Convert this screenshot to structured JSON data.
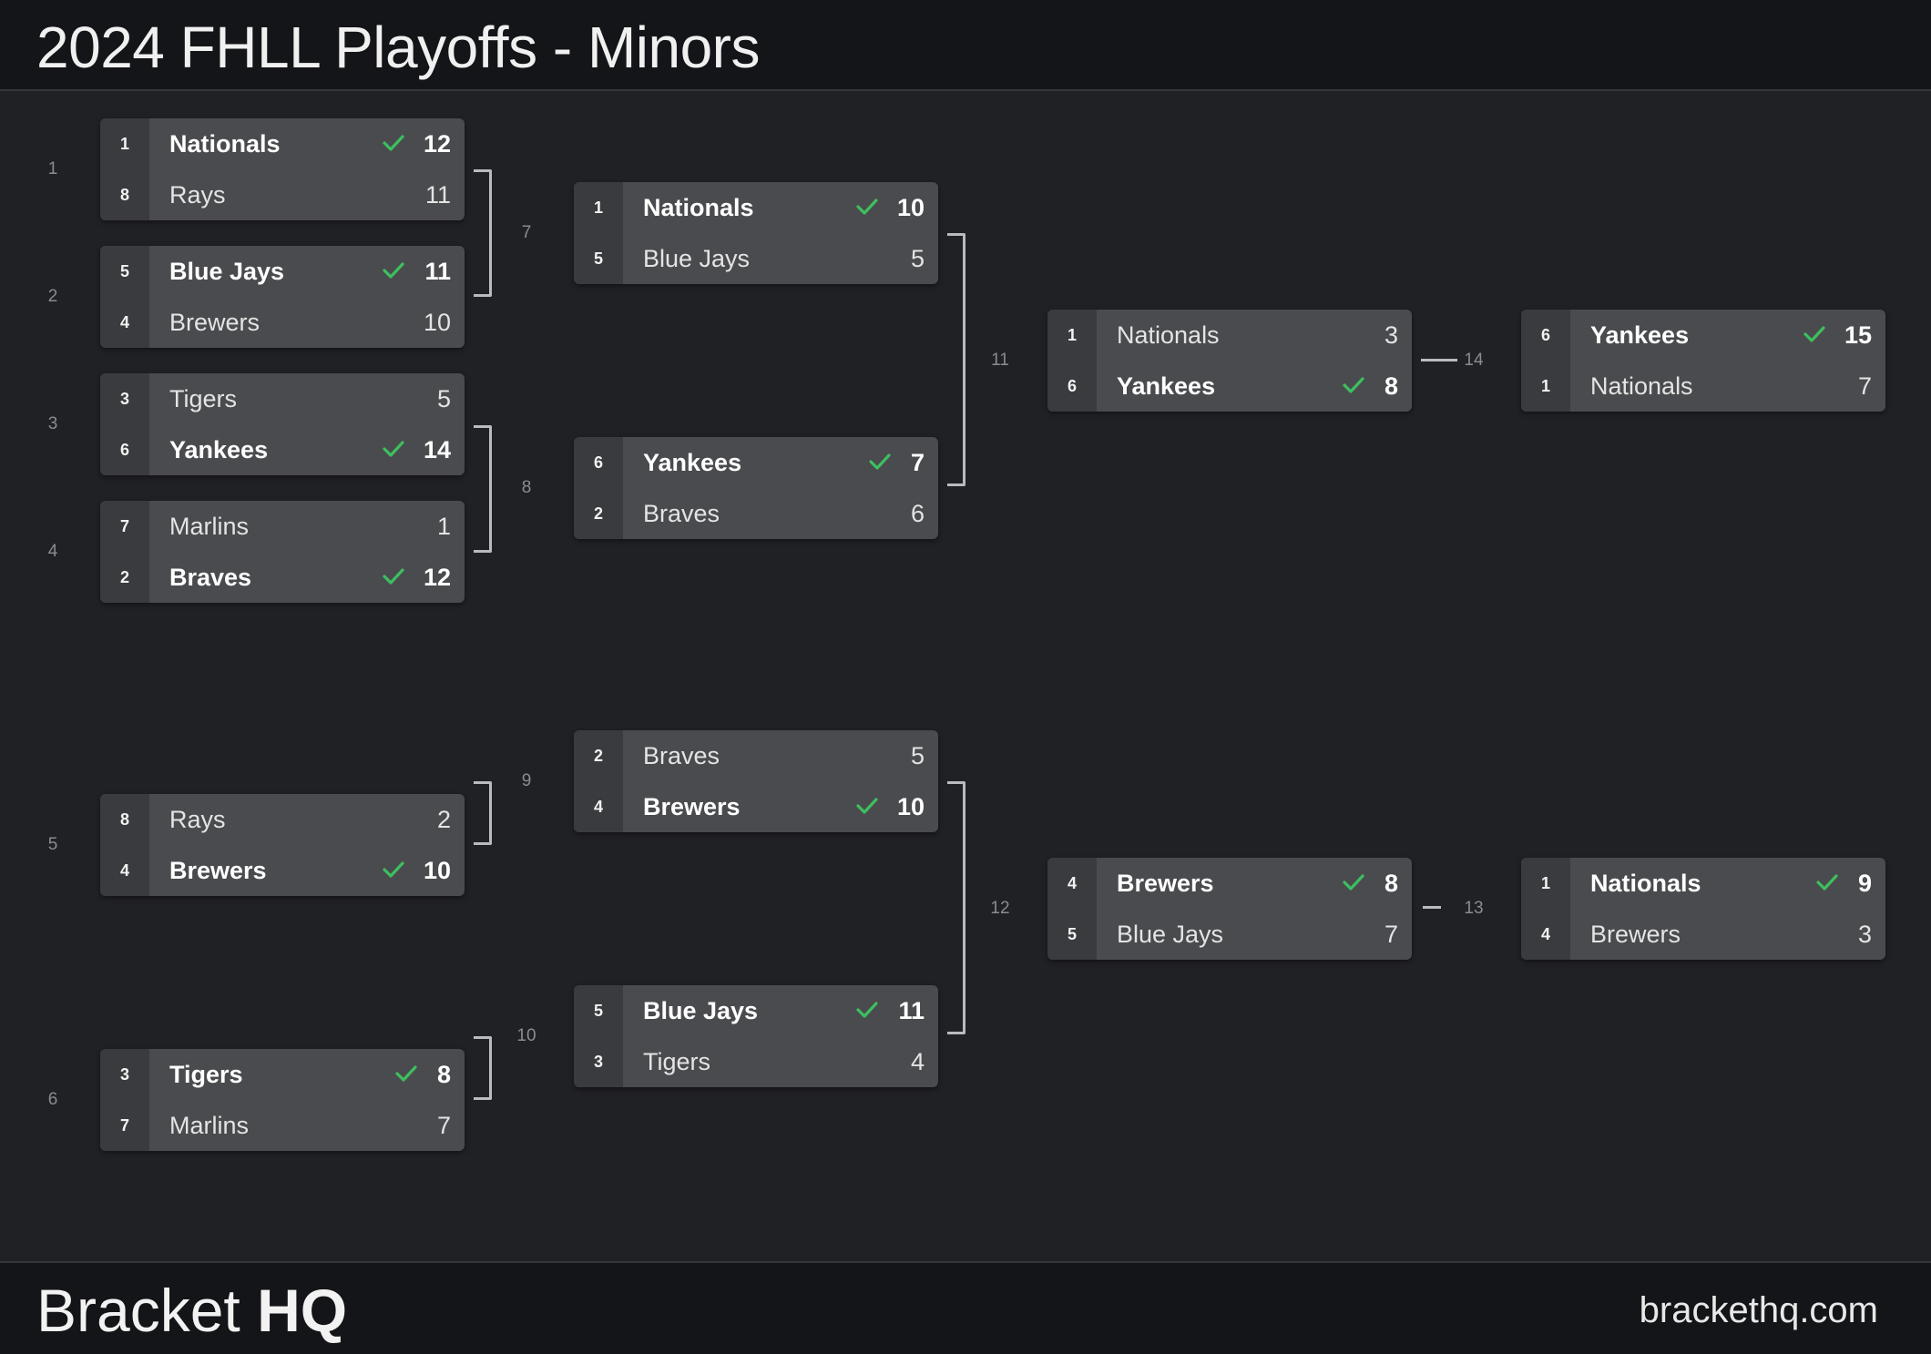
{
  "header": {
    "title": "2024 FHLL Playoffs - Minors"
  },
  "footer": {
    "brand_regular": "Bracket",
    "brand_bold": "HQ",
    "site": "brackethq.com"
  },
  "colors": {
    "background": "#202125",
    "header": "#141518",
    "card": "#4a4b4e",
    "seed": "#3a3b3e",
    "check": "#3dbf5f",
    "connector": "#b9bbbe"
  },
  "icons": {
    "winner": "check-icon"
  },
  "matches": [
    {
      "number": "1",
      "teams": [
        {
          "seed": "1",
          "name": "Nationals",
          "score": "12",
          "winner": true
        },
        {
          "seed": "8",
          "name": "Rays",
          "score": "11",
          "winner": false
        }
      ]
    },
    {
      "number": "2",
      "teams": [
        {
          "seed": "5",
          "name": "Blue Jays",
          "score": "11",
          "winner": true
        },
        {
          "seed": "4",
          "name": "Brewers",
          "score": "10",
          "winner": false
        }
      ]
    },
    {
      "number": "3",
      "teams": [
        {
          "seed": "3",
          "name": "Tigers",
          "score": "5",
          "winner": false
        },
        {
          "seed": "6",
          "name": "Yankees",
          "score": "14",
          "winner": true
        }
      ]
    },
    {
      "number": "4",
      "teams": [
        {
          "seed": "7",
          "name": "Marlins",
          "score": "1",
          "winner": false
        },
        {
          "seed": "2",
          "name": "Braves",
          "score": "12",
          "winner": true
        }
      ]
    },
    {
      "number": "5",
      "teams": [
        {
          "seed": "8",
          "name": "Rays",
          "score": "2",
          "winner": false
        },
        {
          "seed": "4",
          "name": "Brewers",
          "score": "10",
          "winner": true
        }
      ]
    },
    {
      "number": "6",
      "teams": [
        {
          "seed": "3",
          "name": "Tigers",
          "score": "8",
          "winner": true
        },
        {
          "seed": "7",
          "name": "Marlins",
          "score": "7",
          "winner": false
        }
      ]
    },
    {
      "number": "7",
      "teams": [
        {
          "seed": "1",
          "name": "Nationals",
          "score": "10",
          "winner": true
        },
        {
          "seed": "5",
          "name": "Blue Jays",
          "score": "5",
          "winner": false
        }
      ]
    },
    {
      "number": "8",
      "teams": [
        {
          "seed": "6",
          "name": "Yankees",
          "score": "7",
          "winner": true
        },
        {
          "seed": "2",
          "name": "Braves",
          "score": "6",
          "winner": false
        }
      ]
    },
    {
      "number": "9",
      "teams": [
        {
          "seed": "2",
          "name": "Braves",
          "score": "5",
          "winner": false
        },
        {
          "seed": "4",
          "name": "Brewers",
          "score": "10",
          "winner": true
        }
      ]
    },
    {
      "number": "10",
      "teams": [
        {
          "seed": "5",
          "name": "Blue Jays",
          "score": "11",
          "winner": true
        },
        {
          "seed": "3",
          "name": "Tigers",
          "score": "4",
          "winner": false
        }
      ]
    },
    {
      "number": "11",
      "teams": [
        {
          "seed": "1",
          "name": "Nationals",
          "score": "3",
          "winner": false
        },
        {
          "seed": "6",
          "name": "Yankees",
          "score": "8",
          "winner": true
        }
      ]
    },
    {
      "number": "12",
      "teams": [
        {
          "seed": "4",
          "name": "Brewers",
          "score": "8",
          "winner": true
        },
        {
          "seed": "5",
          "name": "Blue Jays",
          "score": "7",
          "winner": false
        }
      ]
    },
    {
      "number": "13",
      "teams": [
        {
          "seed": "1",
          "name": "Nationals",
          "score": "9",
          "winner": true
        },
        {
          "seed": "4",
          "name": "Brewers",
          "score": "3",
          "winner": false
        }
      ]
    },
    {
      "number": "14",
      "teams": [
        {
          "seed": "6",
          "name": "Yankees",
          "score": "15",
          "winner": true
        },
        {
          "seed": "1",
          "name": "Nationals",
          "score": "7",
          "winner": false
        }
      ]
    }
  ]
}
